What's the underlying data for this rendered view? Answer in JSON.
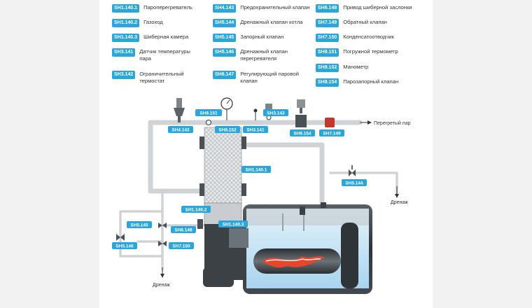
{
  "legend": [
    {
      "code": "SH1.140.1",
      "text": "Пароперегреватель"
    },
    {
      "code": "SH1.140.2",
      "text": "Газоход"
    },
    {
      "code": "SH1.140.3",
      "text": "Шиберная камера"
    },
    {
      "code": "SH3.141",
      "text": "Датчик температуры пара"
    },
    {
      "code": "SH3.142",
      "text": "Ограничительный термостат"
    },
    {
      "code": "SH4.143",
      "text": "Предохранительный клапан"
    },
    {
      "code": "SH5.144",
      "text": "Дренажный клапан котла"
    },
    {
      "code": "SH5.145",
      "text": "Запорный клапан"
    },
    {
      "code": "SH5.146",
      "text": "Дренажный клапан перегревателя"
    },
    {
      "code": "SH6.147",
      "text": "Регулирующий паровой клапан"
    },
    {
      "code": "SH6.148",
      "text": "Привод шиберной заслонки"
    },
    {
      "code": "SH7.149",
      "text": "Обратный клапан"
    },
    {
      "code": "SH7.150",
      "text": "Конденсатоотводчик"
    },
    {
      "code": "SH8.151",
      "text": "Погружной термометр"
    },
    {
      "code": "SH8.152",
      "text": "Манометр"
    },
    {
      "code": "SH8.154",
      "text": "Парозапорный клапан"
    }
  ],
  "diagram": {
    "tags": {
      "sh8151": "SH8.151",
      "sh3142": "SH3.142",
      "sh4143": "SH4.143",
      "sh8152": "SH8.152",
      "sh3141": "SH3.141",
      "sh6154": "SH6.154",
      "sh7149": "SH7.149",
      "sh11401": "SH1.140.1",
      "sh5144": "SH5.144",
      "sh11402": "SH1.140.2",
      "sh5145": "SH5.145",
      "sh6148": "SH6.148",
      "sh11403": "SH1.140.3",
      "sh5146": "SH5.146",
      "sh7150": "SH7.150"
    },
    "steam_out": "Перегретый пар",
    "drain_right": "Дренаж",
    "drain_left": "Дренаж"
  },
  "colors": {
    "tag_blue": "#29a6dc",
    "check_valve_red": "#c0392b",
    "pipe_gray": "#d0d3d6",
    "water_blue": "#bfe0f3",
    "boiler_dark": "#3c4146",
    "flame": "#e8452c"
  }
}
